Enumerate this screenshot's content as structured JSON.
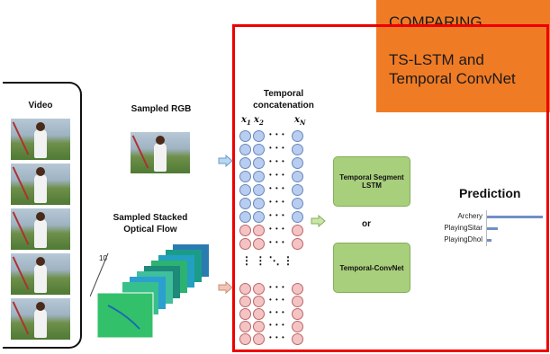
{
  "banner": {
    "line1": "COMPARING",
    "line2": "TS-LSTM  and",
    "line3": "Temporal ConvNet"
  },
  "video": {
    "label": "Video"
  },
  "rgb": {
    "label": "Sampled RGB"
  },
  "flow": {
    "label_line1": "Sampled Stacked",
    "label_line2": "Optical Flow",
    "stack_count": "10"
  },
  "temporal": {
    "label_line1": "Temporal",
    "label_line2": "concatenation",
    "x1": "x",
    "x1_sub": "1",
    "x2": "x",
    "x2_sub": "2",
    "xn": "x",
    "xn_sub": "N"
  },
  "models": {
    "ts_lstm": "Temporal Segment LSTM",
    "or": "or",
    "convnet": "Temporal-ConvNet"
  },
  "prediction": {
    "title": "Prediction",
    "classes": [
      {
        "label": "Archery",
        "score": 1.0
      },
      {
        "label": "PlayingSitar",
        "score": 0.2
      },
      {
        "label": "PlayingDhol",
        "score": 0.08
      }
    ]
  },
  "colors": {
    "frame": "#ee0000",
    "banner": "#f07b25",
    "model_box": "#a8cf7c",
    "rgb_node": "#b9cdf0",
    "flow_node": "#f4c4c4"
  }
}
